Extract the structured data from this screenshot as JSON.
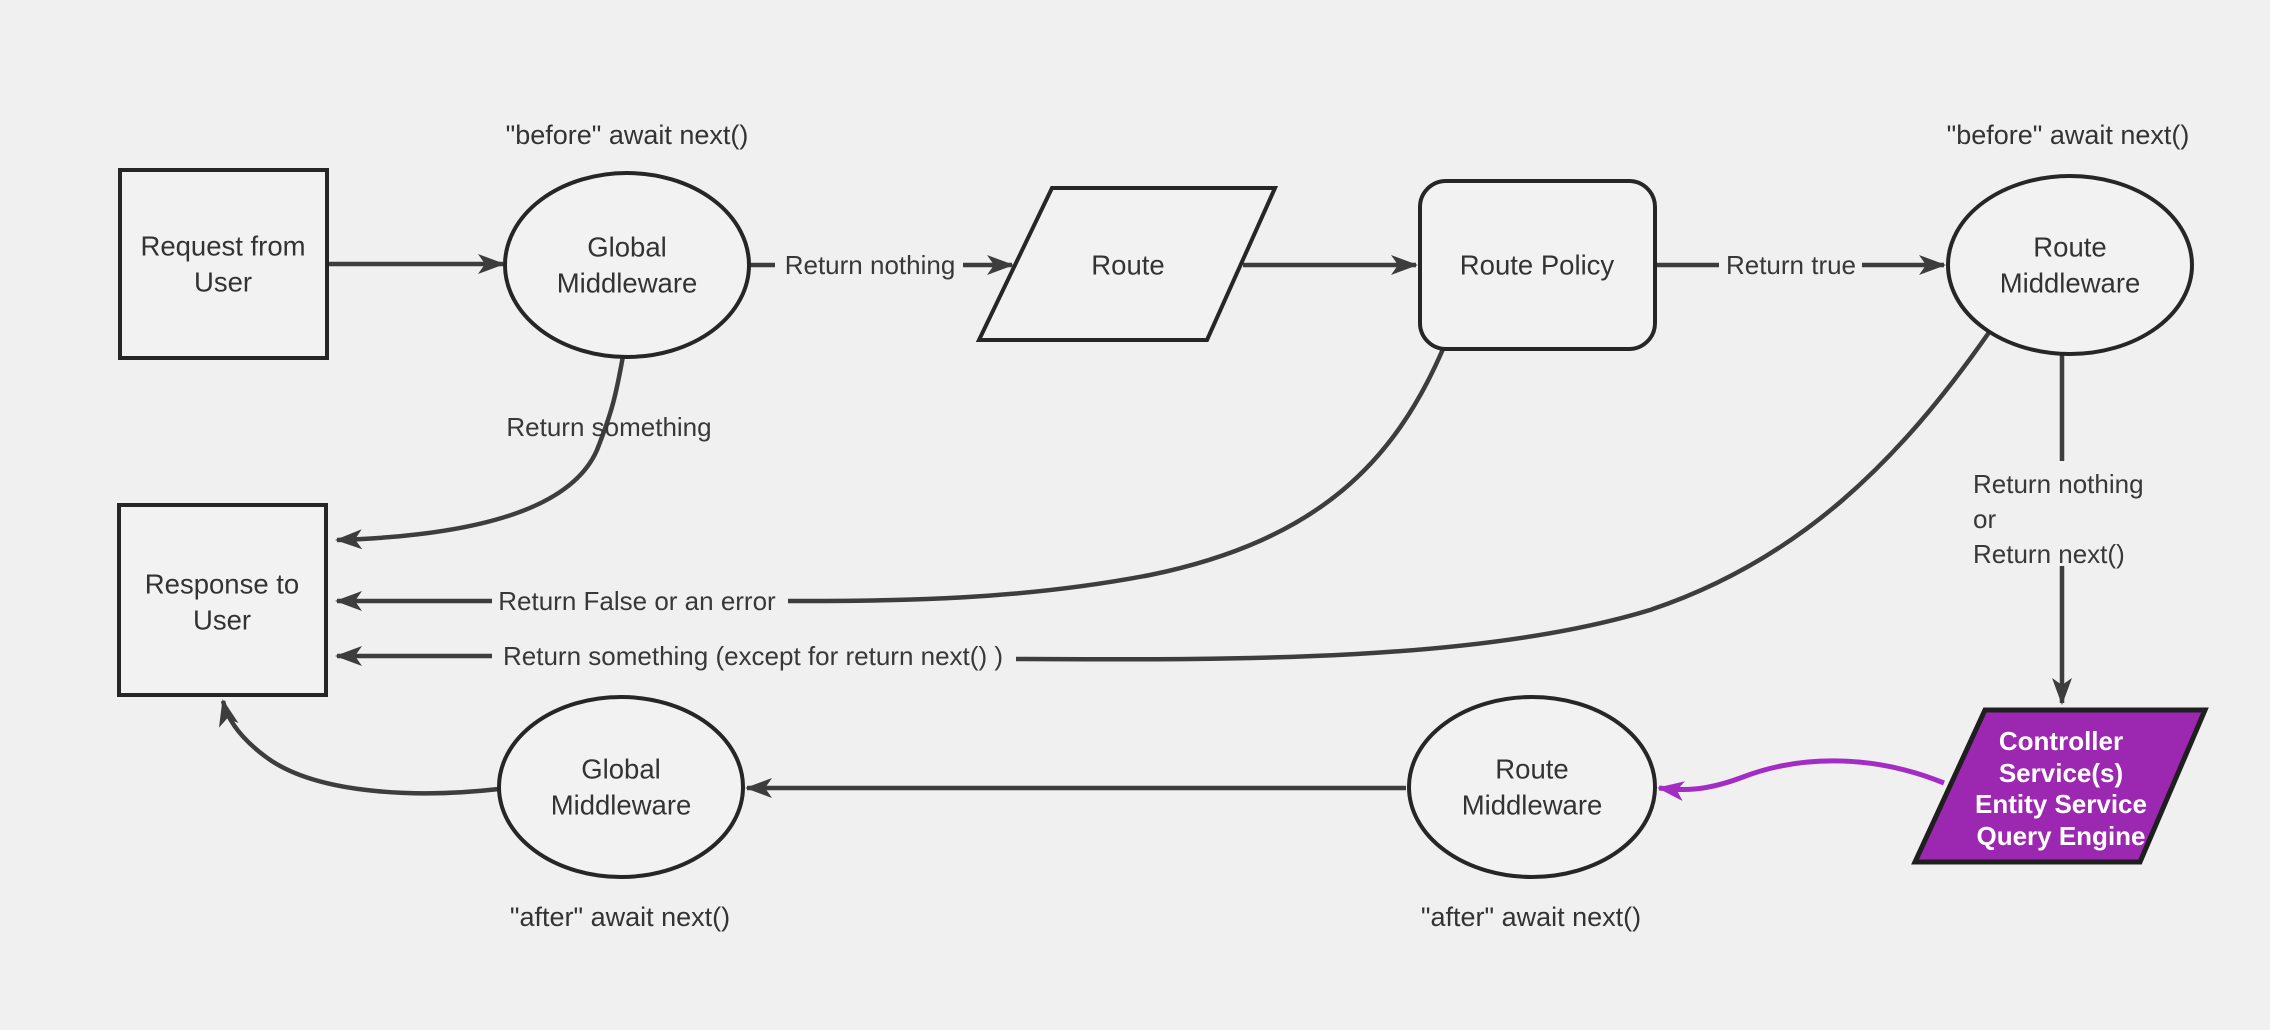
{
  "colors": {
    "background": "#f0f0f0",
    "node_fill": "#f2f2f2",
    "node_border": "#262626",
    "edge_stroke": "#3d3d3d",
    "purple_fill": "#9c27b0",
    "purple_stroke": "#a32cc4",
    "text": "#333333"
  },
  "nodes": {
    "request": {
      "shape": "rectangle",
      "lines": [
        "Request from",
        "User"
      ]
    },
    "global_mw_top": {
      "shape": "ellipse",
      "lines": [
        "Global",
        "Middleware"
      ]
    },
    "route": {
      "shape": "parallelogram",
      "label": "Route"
    },
    "route_policy": {
      "shape": "rounded-rectangle",
      "label": "Route Policy"
    },
    "route_mw_top": {
      "shape": "ellipse",
      "lines": [
        "Route",
        "Middleware"
      ]
    },
    "controller": {
      "shape": "parallelogram",
      "lines": [
        "Controller",
        "Service(s)",
        "Entity Service",
        "Query Engine"
      ]
    },
    "route_mw_bottom": {
      "shape": "ellipse",
      "lines": [
        "Route",
        "Middleware"
      ]
    },
    "global_mw_bottom": {
      "shape": "ellipse",
      "lines": [
        "Global",
        "Middleware"
      ]
    },
    "response": {
      "shape": "rectangle",
      "lines": [
        "Response to",
        "User"
      ]
    }
  },
  "annotations": {
    "before_top_left": "\"before\" await next()",
    "before_top_right": "\"before\" await next()",
    "after_bottom_left": "\"after\" await next()",
    "after_bottom_right": "\"after\" await next()"
  },
  "edge_labels": {
    "return_nothing": "Return nothing",
    "return_true": "Return true",
    "return_something": "Return something",
    "return_false": "Return False or an error",
    "return_something_except": "Return something (except for return next() )",
    "return_nothing_or": [
      "Return nothing",
      "or",
      "Return next()"
    ]
  }
}
